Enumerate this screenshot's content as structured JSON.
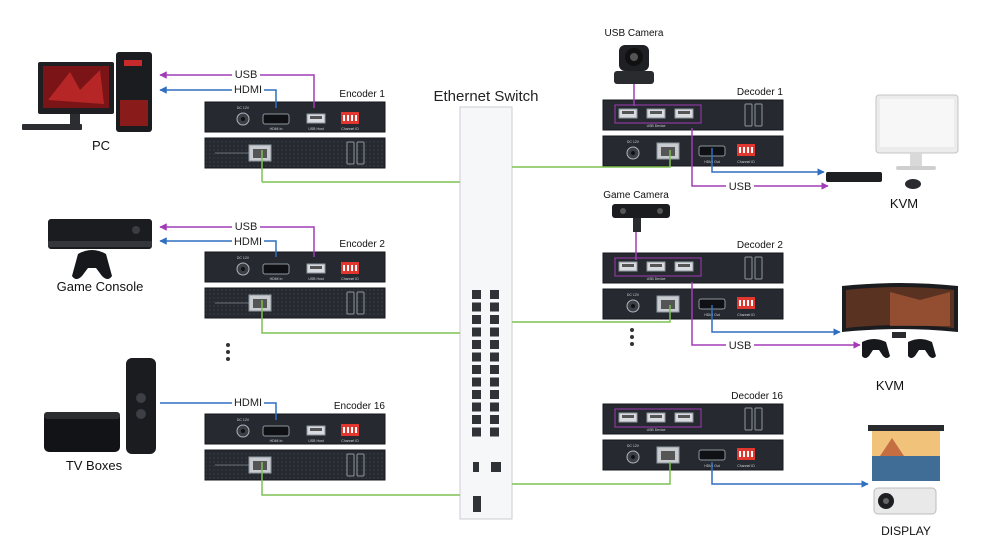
{
  "diagram": {
    "switch_label": "Ethernet Switch",
    "sources": {
      "pc": "PC",
      "console": "Game Console",
      "tvbox": "TV Boxes"
    },
    "encoders": [
      "Encoder 1",
      "Encoder 2",
      "Encoder 16"
    ],
    "decoders": [
      "Decoder 1",
      "Decoder 2",
      "Decoder 16"
    ],
    "cameras": {
      "usb": "USB Camera",
      "game": "Game Camera"
    },
    "destinations": {
      "kvm1": "KVM",
      "kvm2": "KVM",
      "display": "DISPLAY"
    },
    "signals": {
      "usb": "USB",
      "hdmi": "HDMI"
    },
    "port_labels": {
      "dc": "DC 12V",
      "hdmi_in": "HDMI In",
      "hdmi_out": "HDMI Out",
      "usb_host": "USB Host",
      "usb_device": "USB Device",
      "channel_id": "Channel ID"
    },
    "colors": {
      "usb_line": "#a23bb5",
      "hdmi_line": "#2f6fc0",
      "lan_line": "#7ec253",
      "device_body": "#262a30"
    }
  }
}
